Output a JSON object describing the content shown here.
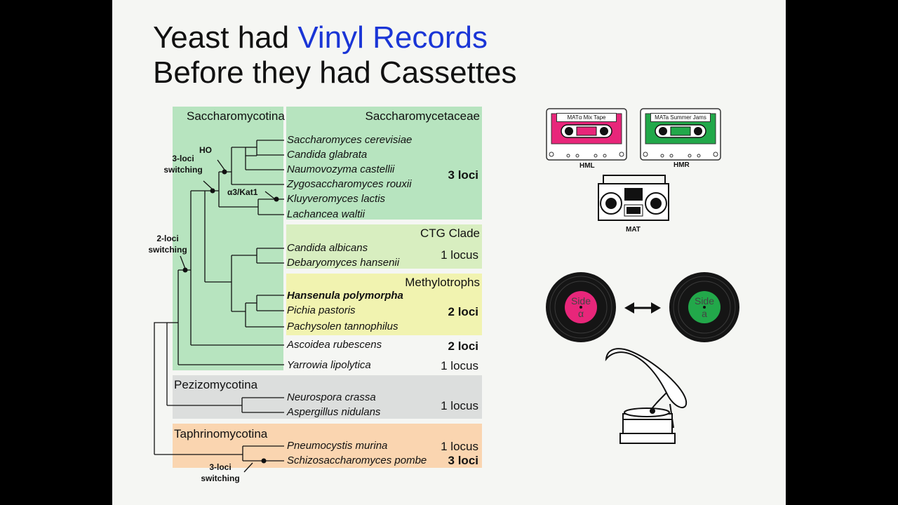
{
  "title": {
    "part1": "Yeast had ",
    "highlight": "Vinyl Records",
    "line2": "Before they had Cassettes"
  },
  "groups": {
    "saccharomycotina": "Saccharomycotina",
    "saccharomycetaceae": "Saccharomycetaceae",
    "ctg": "CTG Clade",
    "methylotrophs": "Methylotrophs",
    "pezizomycotina": "Pezizomycotina",
    "taphrinomycotina": "Taphrinomycotina"
  },
  "species": [
    "Saccharomyces cerevisiae",
    "Candida glabrata",
    "Naumovozyma castellii",
    "Zygosaccharomyces rouxii",
    "Kluyveromyces lactis",
    "Lachancea waltii",
    "Candida albicans",
    "Debaryomyces hansenii",
    "Hansenula polymorpha",
    "Pichia pastoris",
    "Pachysolen tannophilus",
    "Ascoidea rubescens",
    "Yarrowia lipolytica",
    "Neurospora crassa",
    "Aspergillus nidulans",
    "Pneumocystis murina",
    "Schizosaccharomyces pombe"
  ],
  "loci": {
    "saccharomycetaceae": "3 loci",
    "ctg": "1 locus",
    "methylotrophs": "2 loci",
    "ascoidea": "2 loci",
    "yarrowia": "1 locus",
    "pezizomycotina": "1 locus",
    "pneumocystis": "1 locus",
    "pombe": "3 loci"
  },
  "annotations": {
    "ho": "HO",
    "three_loci_line1": "3-loci",
    "three_loci_line2": "switching",
    "alpha3": "α3/Kat1",
    "two_loci_line1": "2-loci",
    "two_loci_line2": "switching",
    "pombe_line1": "3-loci",
    "pombe_line2": "switching"
  },
  "cassettes": {
    "left_label": "MATα Mix Tape",
    "right_label": "MATa Summer Jams",
    "left_caption": "HML",
    "right_caption": "HMR",
    "boombox_caption": "MAT",
    "left_color": "#e8267a",
    "right_color": "#22a84a"
  },
  "records": {
    "left_line1": "Side",
    "left_line2": "α",
    "right_line1": "Side",
    "right_line2": "a",
    "left_color": "#e8267a",
    "right_color": "#22a84a"
  },
  "colors": {
    "green": "#b7e4bf",
    "lightgreen": "#d8eec0",
    "yellow": "#f1f3b0",
    "gray": "#dcdedd",
    "orange": "#fad5b0",
    "highlight": "#1a35d6"
  }
}
